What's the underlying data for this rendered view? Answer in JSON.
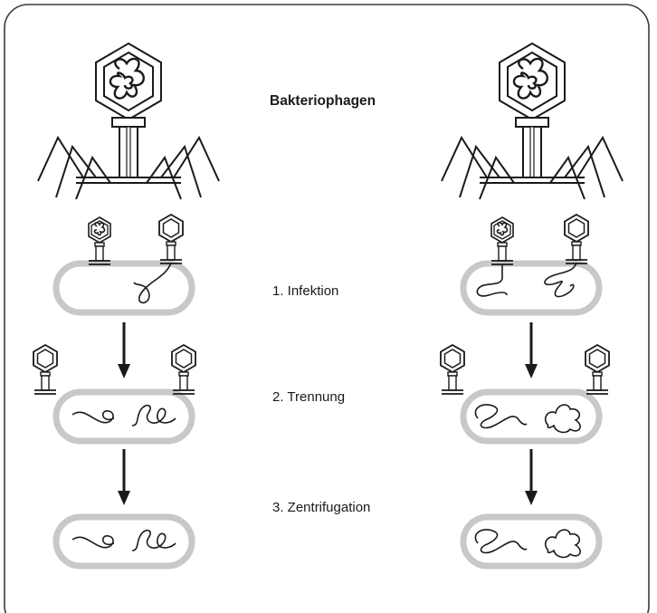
{
  "title": "Bakteriophagen",
  "steps": [
    {
      "label": "1. Infektion"
    },
    {
      "label": "2. Trennung"
    },
    {
      "label": "3. Zentrifugation"
    }
  ],
  "colors": {
    "frame": "#3a3a3a",
    "cell_wall": "#c8c8c8",
    "ink": "#1a1a1a",
    "background": "#ffffff"
  },
  "icons": {
    "phage": "bacteriophage-icon",
    "empty_capsid": "empty-phage-capsid-icon",
    "cell": "bacterium-cell-icon",
    "dna": "dna-strand-icon",
    "arrow": "down-arrow-icon"
  }
}
